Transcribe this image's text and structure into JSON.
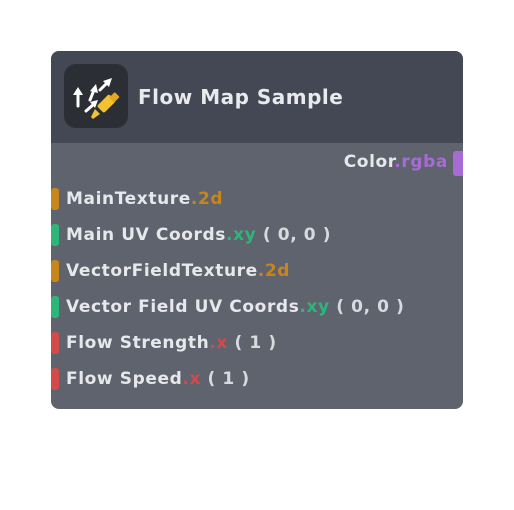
{
  "node": {
    "title": "Flow Map Sample",
    "icon": "flow-map-icon",
    "colors": {
      "header_bg": "#434854",
      "body_bg": "#5f636e",
      "text": "#e6e8ec",
      "orange": "#c7861b",
      "green": "#2db67a",
      "red": "#d24a4a",
      "purple": "#a86bd6"
    },
    "output": {
      "label": "Color",
      "swizzle": ".rgba"
    },
    "inputs": [
      {
        "label": "MainTexture",
        "swizzle": ".2d",
        "value": ""
      },
      {
        "label": "Main UV Coords",
        "swizzle": ".xy",
        "value": "( 0, 0 )"
      },
      {
        "label": "VectorFieldTexture",
        "swizzle": ".2d",
        "value": ""
      },
      {
        "label": "Vector Field UV Coords",
        "swizzle": ".xy",
        "value": "( 0, 0 )"
      },
      {
        "label": "Flow Strength",
        "swizzle": ".x",
        "value": "( 1 )"
      },
      {
        "label": "Flow Speed",
        "swizzle": ".x",
        "value": "( 1 )"
      }
    ]
  }
}
